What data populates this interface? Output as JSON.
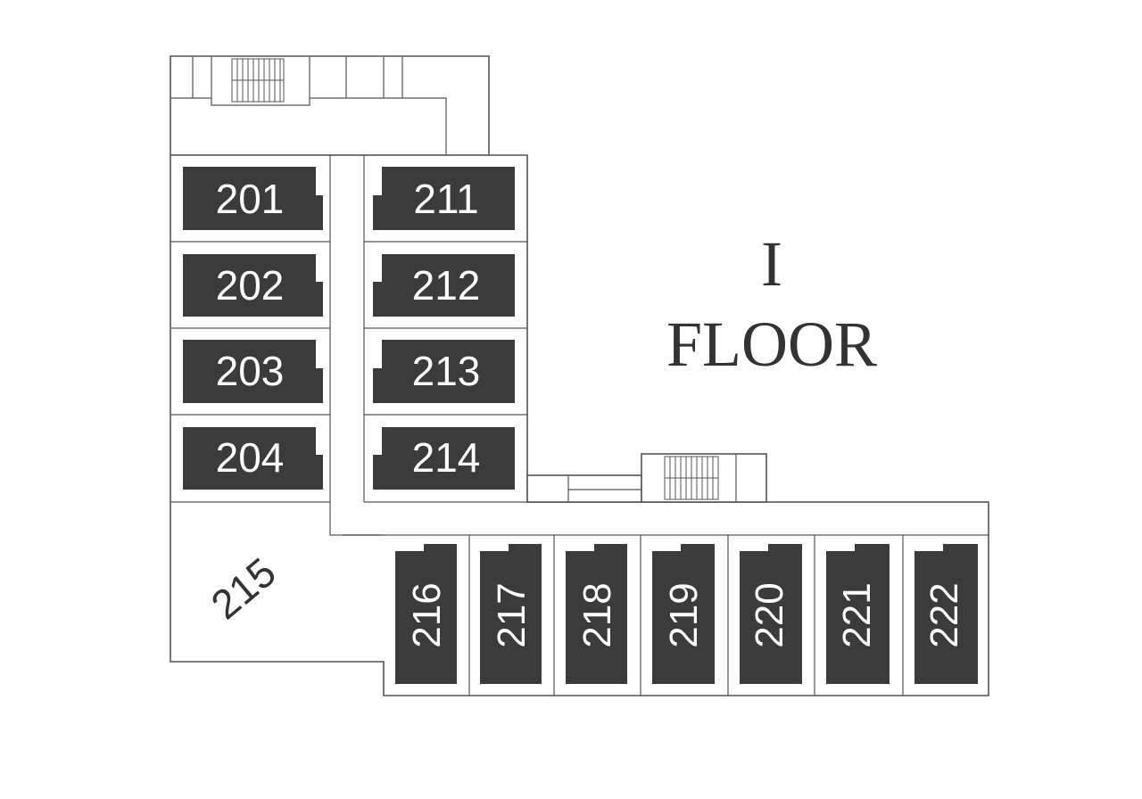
{
  "floor": {
    "numeral": "I",
    "label": "FLOOR"
  },
  "units": {
    "u201": "201",
    "u202": "202",
    "u203": "203",
    "u204": "204",
    "u211": "211",
    "u212": "212",
    "u213": "213",
    "u214": "214",
    "u215": "215",
    "u216": "216",
    "u217": "217",
    "u218": "218",
    "u219": "219",
    "u220": "220",
    "u221": "221",
    "u222": "222"
  },
  "colors": {
    "unit_fill": "#3b3b3b",
    "wall": "#555555",
    "text_dark": "#333333"
  }
}
